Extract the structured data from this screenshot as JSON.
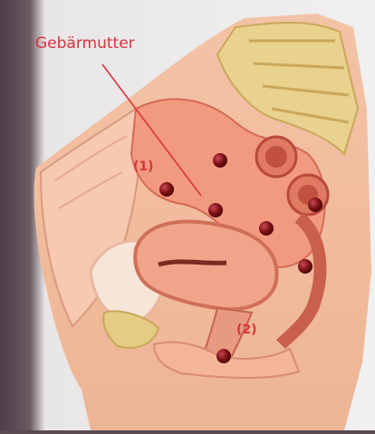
{
  "labels": {
    "organ": "Gebärmutter",
    "marker_1": "(1)",
    "marker_2": "(2)"
  },
  "colors": {
    "label_red": "#d8333f",
    "dot_red": "#7a0e14",
    "tissue": "#f0a58a"
  }
}
